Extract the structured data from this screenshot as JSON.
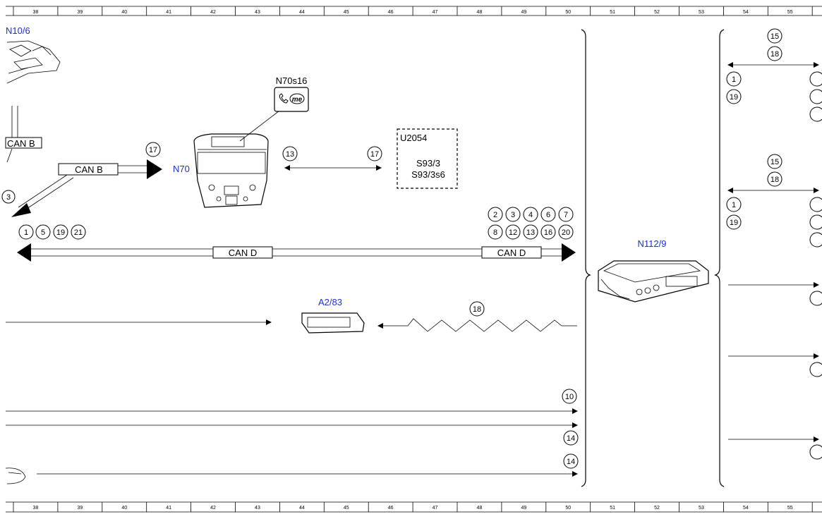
{
  "ruler": [
    "38",
    "39",
    "40",
    "41",
    "42",
    "43",
    "44",
    "45",
    "46",
    "47",
    "48",
    "49",
    "50",
    "51",
    "52",
    "53",
    "54",
    "55"
  ],
  "labels": {
    "n10_6": "N10/6",
    "n70": "N70",
    "n70s16": "N70s16",
    "u2054": "U2054",
    "s93_3": "S93/3",
    "s93_3s6": "S93/3s6",
    "n112_9": "N112/9",
    "a2_83": "A2/83",
    "can_b_left": "CAN B",
    "can_b_mid": "CAN B",
    "can_d_left": "CAN D",
    "can_d_right": "CAN D"
  },
  "circles": {
    "c3": "3",
    "c17a": "17",
    "c13": "13",
    "c17b": "17",
    "c1": "1",
    "c5": "5",
    "c19": "19",
    "c21": "21",
    "r2": "2",
    "r3": "3",
    "r4": "4",
    "r6": "6",
    "r7": "7",
    "r8": "8",
    "r12": "12",
    "r13": "13",
    "r16": "16",
    "r20": "20",
    "c18": "18",
    "c10": "10",
    "c14a": "14",
    "c14b": "14",
    "p15a": "15",
    "p18a": "18",
    "p1a": "1",
    "p19a": "19",
    "p15b": "15",
    "p18b": "18",
    "p1b": "1",
    "p19b": "19"
  },
  "icons": [
    "phone-me-icon"
  ],
  "colors": {
    "component_label": "#1c2fd1",
    "line": "#000000"
  }
}
